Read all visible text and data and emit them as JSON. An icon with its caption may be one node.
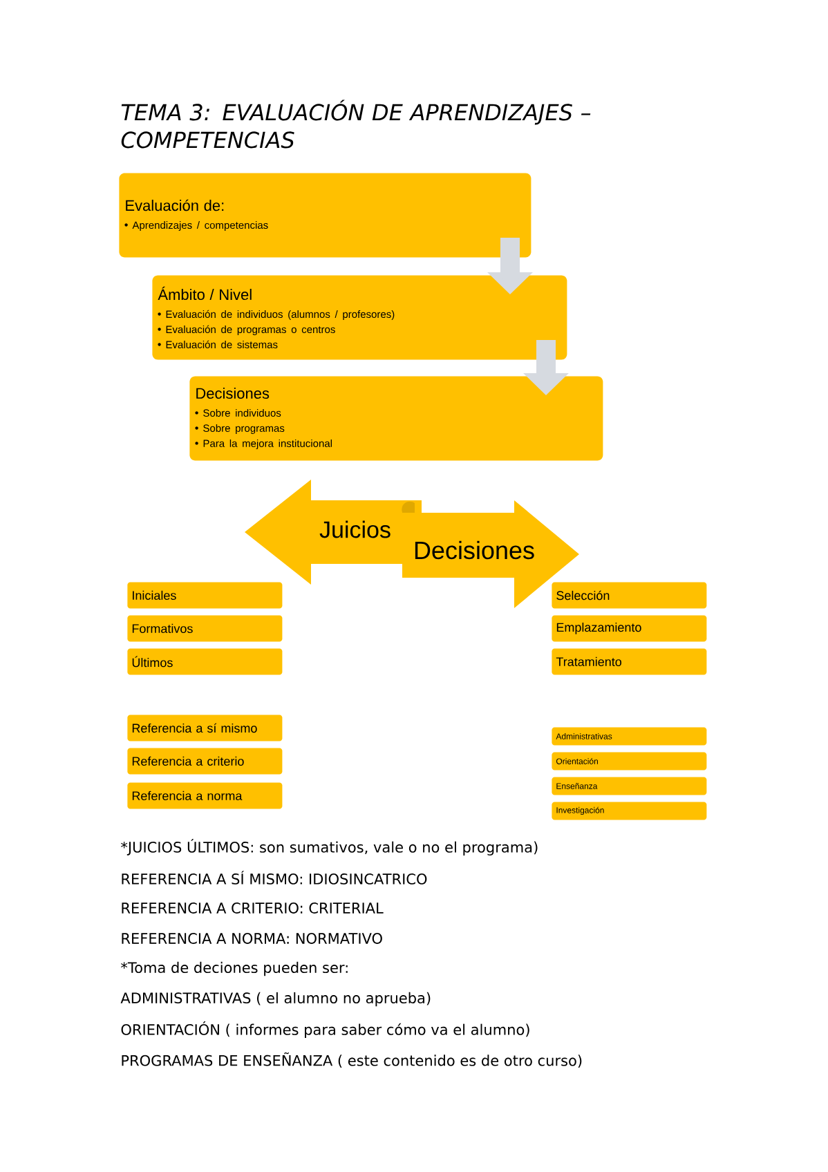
{
  "diagram": {
    "title": "TEMA 3: EVALUACIÓN DE APRENDIZAJES – COMPETENCIAS",
    "nodes": [
      {
        "text": [
          "Evaluación de:",
          "Aprendizajes / competencias"
        ]
      },
      {
        "text": [
          "Ámbito / Nivel",
          "Evaluación de individuos (alumnos / profesores)",
          "Evaluación de programas o centros",
          "Evaluación de sistemas"
        ]
      },
      {
        "text": [
          "Decisiones",
          "Sobre individuos",
          "Sobre programas",
          "Para la mejora institucional"
        ]
      },
      {
        "text": [
          "Juicios"
        ]
      },
      {
        "text": [
          "Decisiones"
        ]
      },
      {
        "text": [
          "Iniciales"
        ]
      },
      {
        "text": [
          "Formativos"
        ]
      },
      {
        "text": [
          "Últimos"
        ]
      },
      {
        "text": [
          "Referencia a sí mismo"
        ]
      },
      {
        "text": [
          "Referencia a criterio"
        ]
      },
      {
        "text": [
          "Referencia a norma"
        ]
      },
      {
        "text": [
          "Selección"
        ]
      },
      {
        "text": [
          "Emplazamiento"
        ]
      },
      {
        "text": [
          "Tratamiento"
        ]
      },
      {
        "text": [
          "Administrativas"
        ]
      },
      {
        "text": [
          "Orientación"
        ]
      },
      {
        "text": [
          "Enseñanza"
        ]
      },
      {
        "text": [
          "Investigación"
        ]
      }
    ],
    "edges": [
      {
        "from": 0,
        "to": 1,
        "arrow": "to"
      },
      {
        "from": 1,
        "to": 2,
        "arrow": "to"
      }
    ],
    "labels": [
      "*JUICIOS ÚLTIMOS: son sumativos, vale o no el programa)",
      "REFERENCIA A SÍ MISMO: IDIOSINCATRICO",
      "REFERENCIA A CRITERIO: CRITERIAL",
      "REFERENCIA A NORMA: NORMATIVO",
      "*Toma de deciones pueden ser:",
      "ADMINISTRATIVAS ( el alumno no aprueba)",
      "ORIENTACIÓN ( informes para saber cómo va el alumno)",
      "PROGRAMAS DE ENSEÑANZA ( este contenido es de otro curso)"
    ]
  }
}
